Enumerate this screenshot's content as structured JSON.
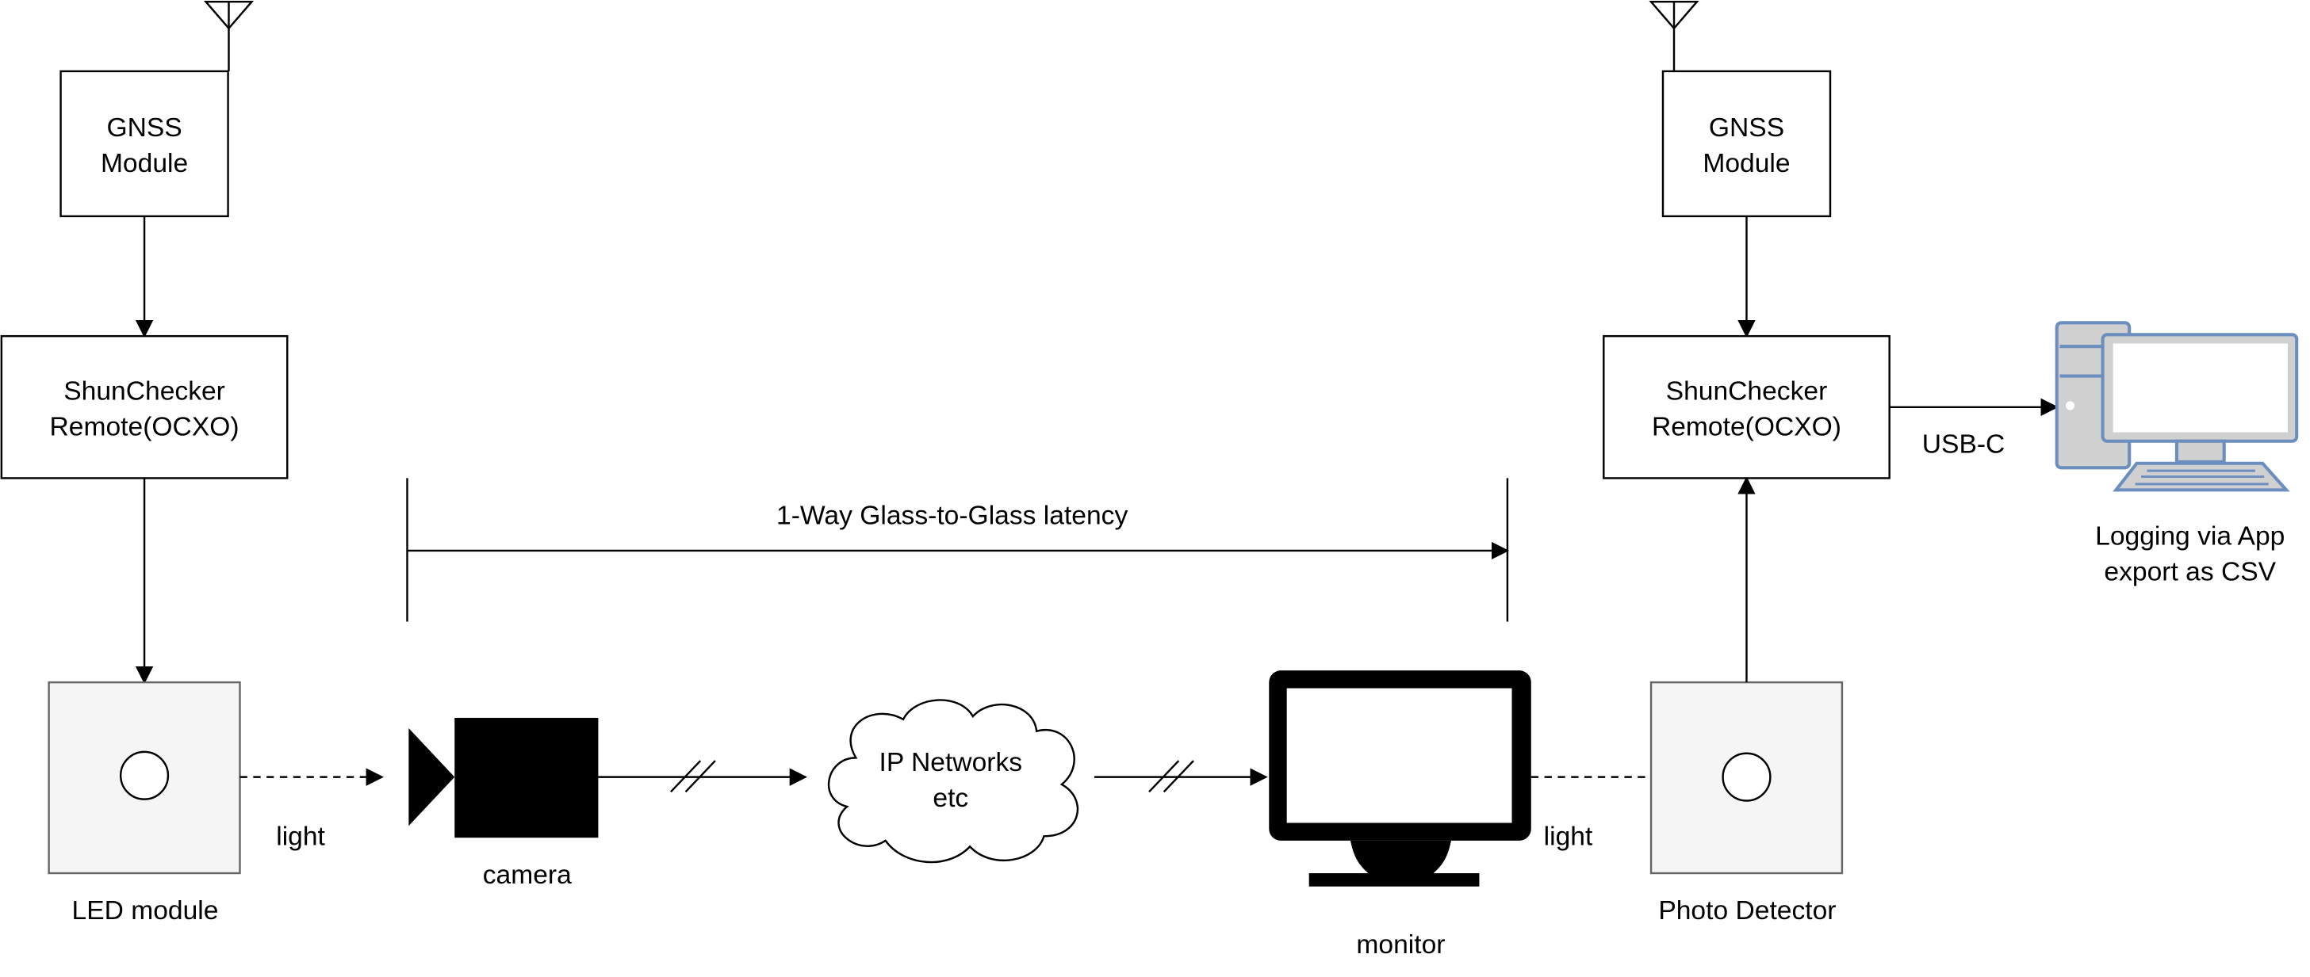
{
  "colors": {
    "stroke": "#000000",
    "box_fill": "#ffffff",
    "module_fill": "#f5f5f5",
    "module_stroke": "#666666",
    "pc_fill": "#d0d0d0",
    "pc_stroke": "#6c8ebf"
  },
  "left": {
    "gnss": [
      "GNSS",
      "Module"
    ],
    "remote": [
      "ShunChecker",
      "Remote(OCXO)"
    ],
    "led_label": "LED module",
    "light_label": "light"
  },
  "right": {
    "gnss": [
      "GNSS",
      "Module"
    ],
    "remote": [
      "ShunChecker",
      "Remote(OCXO)"
    ],
    "detector_label": "Photo Detector",
    "light_label": "light",
    "usb_label": "USB-C",
    "pc_label": [
      "Logging via App",
      "export as CSV"
    ]
  },
  "middle": {
    "latency_label": "1-Way Glass-to-Glass latency",
    "camera_label": "camera",
    "cloud": [
      "IP Networks",
      "etc"
    ],
    "monitor_label": "monitor"
  },
  "icons": [
    "antenna-icon",
    "camera-icon",
    "cloud-icon",
    "monitor-icon",
    "computer-icon"
  ]
}
